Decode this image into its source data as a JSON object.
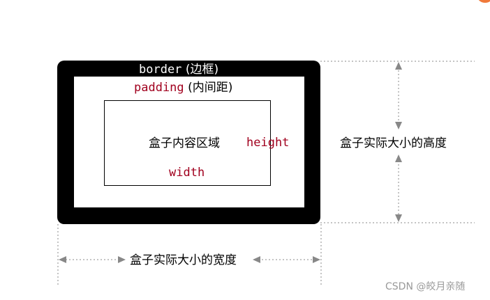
{
  "diagram": {
    "border_label": {
      "keyword": "border",
      "note": "(边框)"
    },
    "padding_label": {
      "keyword": "padding",
      "note": "(内间距)"
    },
    "content_label": "盒子内容区域",
    "height_label": "height",
    "width_label": "width",
    "actual_height_label": "盒子实际大小的高度",
    "actual_width_label": "盒子实际大小的宽度"
  },
  "watermark": "CSDN @皎月亲随",
  "colors": {
    "border": "#000000",
    "keyword_red": "#a1001e",
    "guide": "#888888",
    "accent_dot": "#f0793a"
  }
}
